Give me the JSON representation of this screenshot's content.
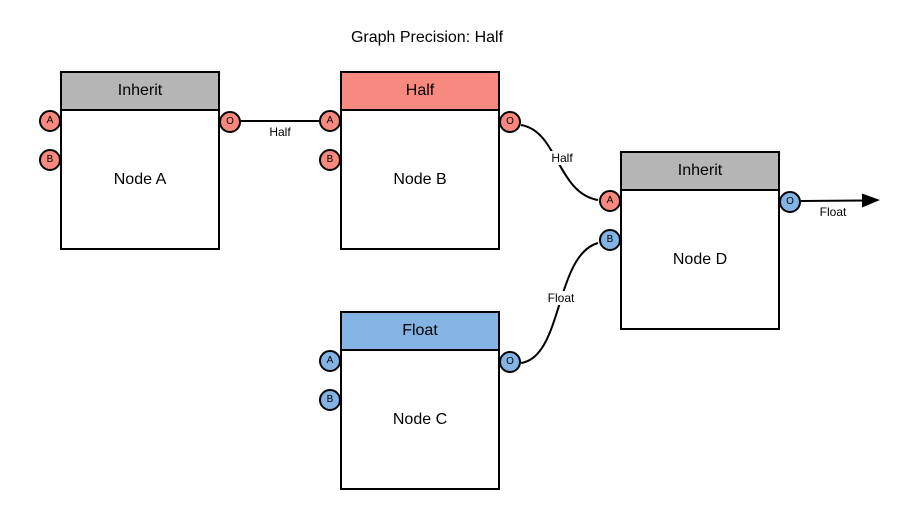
{
  "title": "Graph Precision: Half",
  "colors": {
    "salmon": "#F8897E",
    "blue": "#83B4E3",
    "gray": "#B5B5B5",
    "ink": "#000000",
    "bg": "#FFFFFF"
  },
  "nodes": [
    {
      "id": "node-a",
      "header": "Inherit",
      "label": "Node A",
      "header_color": "gray",
      "ports": {
        "a": "A",
        "b": "B",
        "o": "O"
      },
      "port_colors": {
        "a": "salmon",
        "b": "salmon",
        "o": "salmon"
      }
    },
    {
      "id": "node-b",
      "header": "Half",
      "label": "Node B",
      "header_color": "salmon",
      "ports": {
        "a": "A",
        "b": "B",
        "o": "O"
      },
      "port_colors": {
        "a": "salmon",
        "b": "salmon",
        "o": "salmon"
      }
    },
    {
      "id": "node-c",
      "header": "Float",
      "label": "Node C",
      "header_color": "blue",
      "ports": {
        "a": "A",
        "b": "B",
        "o": "O"
      },
      "port_colors": {
        "a": "blue",
        "b": "blue",
        "o": "blue"
      }
    },
    {
      "id": "node-d",
      "header": "Inherit",
      "label": "Node D",
      "header_color": "gray",
      "ports": {
        "a": "A",
        "b": "B",
        "o": "O"
      },
      "port_colors": {
        "a": "salmon",
        "b": "blue",
        "o": "blue"
      }
    }
  ],
  "edges": [
    {
      "from": "node-a.O",
      "to": "node-b.A",
      "label": "Half"
    },
    {
      "from": "node-b.O",
      "to": "node-d.A",
      "label": "Half"
    },
    {
      "from": "node-c.O",
      "to": "node-d.B",
      "label": "Float"
    },
    {
      "from": "node-d.O",
      "to": "output",
      "label": "Float"
    }
  ]
}
